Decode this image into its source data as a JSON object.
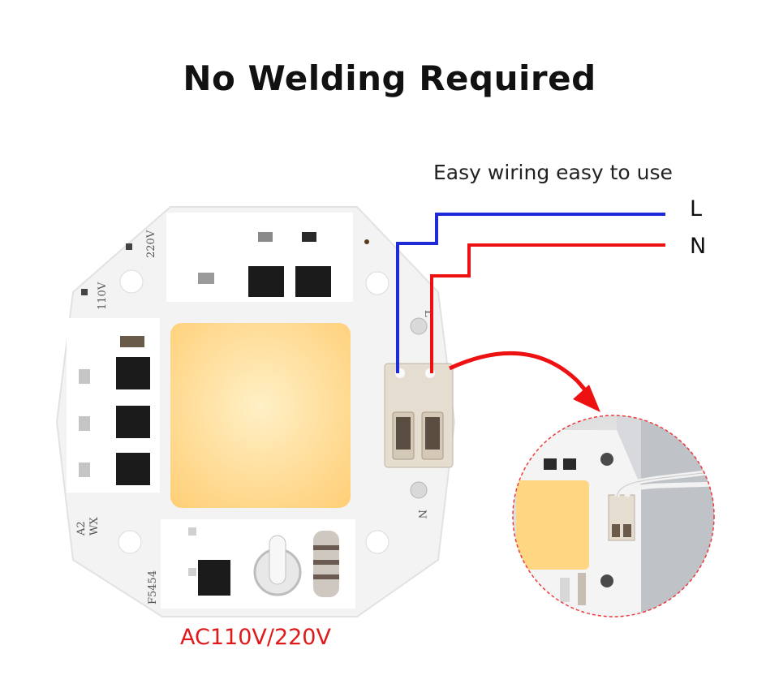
{
  "headline": "No Welding Required",
  "subtitle": "Easy wiring easy to use",
  "wires": {
    "live_label": "L",
    "neutral_label": "N",
    "live_color": "#1f2bd6",
    "neutral_color": "#ee1111"
  },
  "board_marks": {
    "v220": "220V",
    "v110": "110V",
    "a2": "A2",
    "wx": "WX",
    "f5454": "F5454",
    "terminal_l": "L",
    "terminal_n": "N"
  },
  "voltage_label": "AC110V/220V",
  "colors": {
    "board": "#f4f4f4",
    "led": "#ffd27a",
    "callout_arrow": "#ee1111"
  }
}
